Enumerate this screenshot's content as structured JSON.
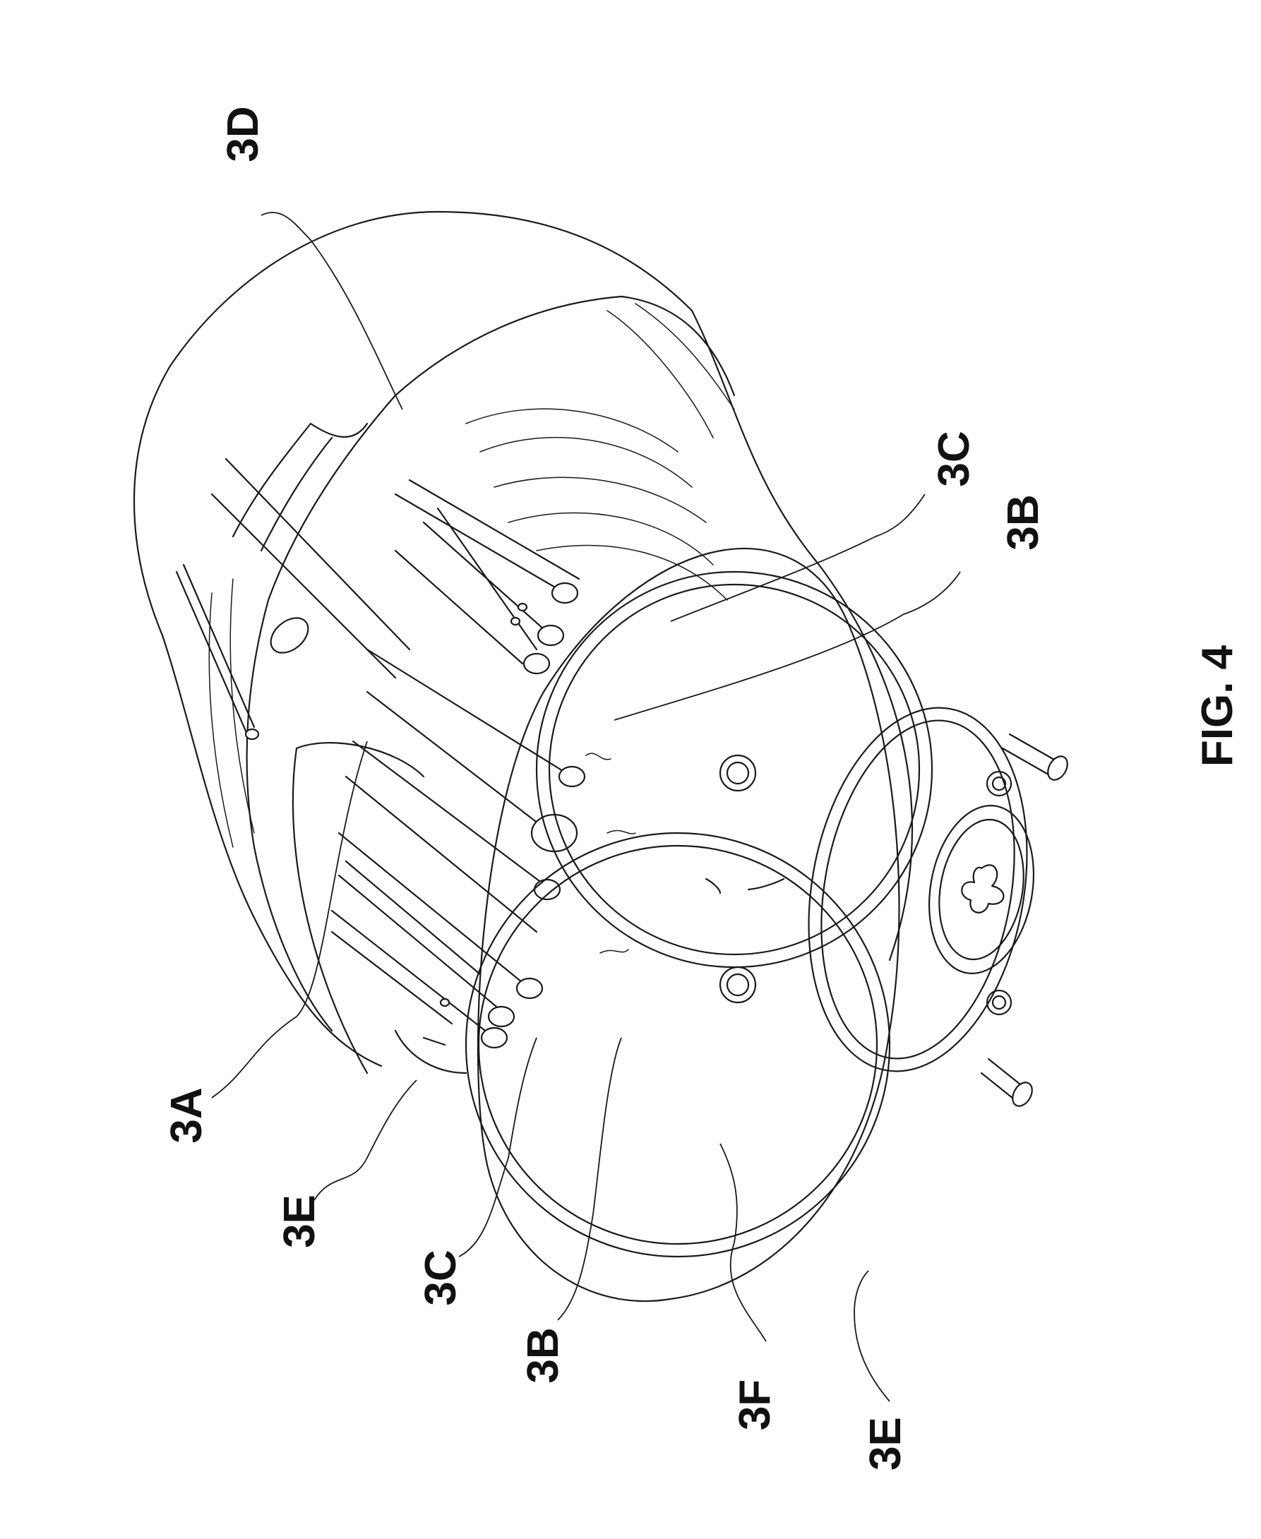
{
  "figure": {
    "caption": "FIG. 4",
    "labels": {
      "l3D": "3D",
      "l3A": "3A",
      "l3E_left": "3E",
      "l3C_left": "3C",
      "l3B_left": "3B",
      "l3F": "3F",
      "l3E_bottom": "3E",
      "l3C_right": "3C",
      "l3B_right": "3B"
    }
  }
}
